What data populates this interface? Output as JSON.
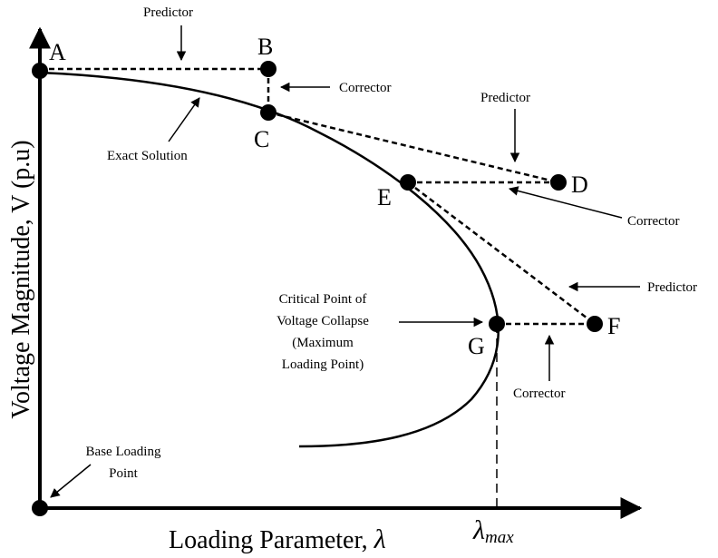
{
  "points": {
    "A": "A",
    "B": "B",
    "C": "C",
    "D": "D",
    "E": "E",
    "F": "F",
    "G": "G"
  },
  "labels": {
    "predictor_top": "Predictor",
    "corrector_bc": "Corrector",
    "predictor_cd": "Predictor",
    "corrector_ed": "Corrector",
    "predictor_ef": "Predictor",
    "corrector_gf": "Corrector",
    "exact_solution": "Exact Solution",
    "critical_point": [
      "Critical Point of",
      "Voltage Collapse",
      "(Maximum",
      "Loading Point)"
    ],
    "base_loading": [
      "Base Loading",
      "Point"
    ]
  },
  "axes": {
    "x_label": "Loading Parameter, ",
    "x_symbol": "λ",
    "y_label": "Voltage Magnitude, V (p.u)",
    "lambda_max_symbol": "λ",
    "lambda_max_sub": "max"
  },
  "colors": {
    "ink": "#000000",
    "background": "#ffffff"
  }
}
